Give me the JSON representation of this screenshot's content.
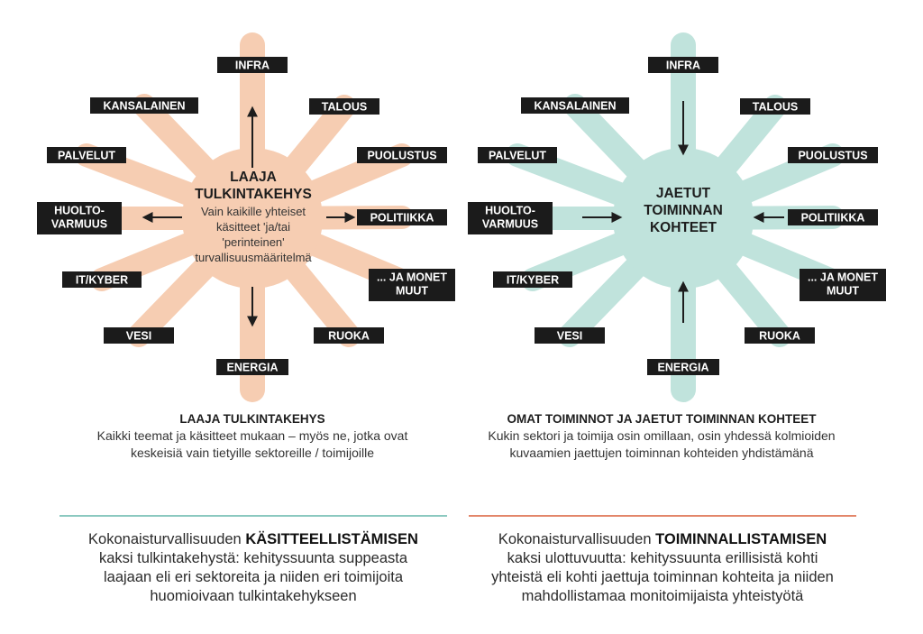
{
  "colors": {
    "left_accent": "#f6cdb2",
    "right_accent": "#c0e3dc",
    "label_bg": "#1b1b1b",
    "label_text": "#ffffff",
    "left_divider": "#8bc9c0",
    "right_divider": "#e3866a"
  },
  "left_diagram": {
    "center_title_lines": [
      "LAAJA",
      "TULKINTAKEHYS"
    ],
    "center_text_lines": [
      "Vain kaikille yhteiset",
      "käsitteet 'ja/tai",
      "'perinteinen'",
      "turvallisuusmääritelmä"
    ],
    "labels": {
      "infra": "INFRA",
      "talous": "TALOUS",
      "puolustus": "PUOLUSTUS",
      "politiikka": "POLITIIKKA",
      "muut": [
        "... JA MONET",
        "MUUT"
      ],
      "ruoka": "RUOKA",
      "energia": "ENERGIA",
      "vesi": "VESI",
      "itkyber": "IT/KYBER",
      "huolto": [
        "HUOLTO-",
        "VARMUUS"
      ],
      "palvelut": "PALVELUT",
      "kansalainen": "KANSALAINEN"
    },
    "arrow_direction": "outward",
    "caption": {
      "title": "LAAJA TULKINTAKEHYS",
      "lines": [
        "Kaikki teemat ja käsitteet mukaan – myös ne, jotka ovat",
        "keskeisiä vain tietyille sektoreille / toimijoille"
      ]
    }
  },
  "right_diagram": {
    "center_title_lines": [
      "JAETUT",
      "TOIMINNAN",
      "KOHTEET"
    ],
    "labels": {
      "infra": "INFRA",
      "talous": "TALOUS",
      "puolustus": "PUOLUSTUS",
      "politiikka": "POLITIIKKA",
      "muut": [
        "... JA MONET",
        "MUUT"
      ],
      "ruoka": "RUOKA",
      "energia": "ENERGIA",
      "vesi": "VESI",
      "itkyber": "IT/KYBER",
      "huolto": [
        "HUOLTO-",
        "VARMUUS"
      ],
      "palvelut": "PALVELUT",
      "kansalainen": "KANSALAINEN"
    },
    "arrow_direction": "inward",
    "caption": {
      "title": "OMAT TOIMINNOT JA JAETUT TOIMINNAN KOHTEET",
      "lines": [
        "Kukin sektori ja toimija osin omillaan, osin yhdessä kolmioiden",
        "kuvaamien jaettujen toiminnan kohteiden yhdistämänä"
      ]
    }
  },
  "summary_left": {
    "prefix": "Kokonaisturvallisuuden",
    "bold": "KÄSITTEELLISTÄMISEN",
    "lines": [
      "kaksi tulkintakehystä: kehityssuunta suppeasta",
      "laajaan eli eri sektoreita ja niiden eri toimijoita",
      "huomioivaan tulkintakehykseen"
    ]
  },
  "summary_right": {
    "prefix": "Kokonaisturvallisuuden",
    "bold": "TOIMINNALLISTAMISEN",
    "lines": [
      "kaksi ulottuvuutta: kehityssuunta erillisistä kohti",
      "yhteistä eli kohti jaettuja toiminnan kohteita ja niiden",
      "mahdollistamaa monitoimijaista yhteistyötä"
    ]
  }
}
